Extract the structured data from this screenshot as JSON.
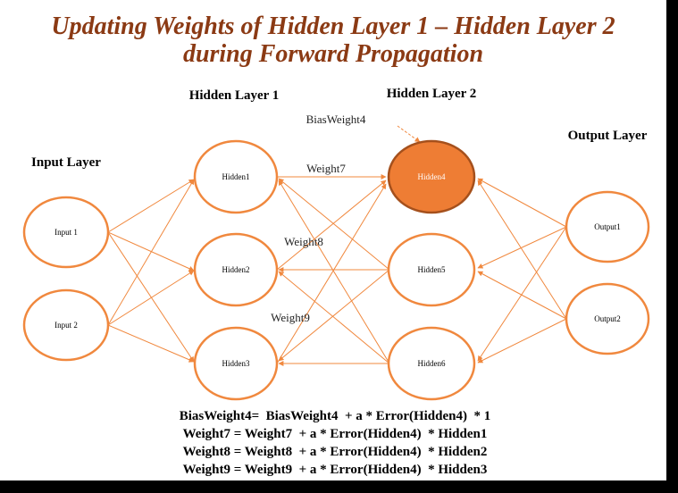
{
  "title": {
    "line1": "Updating Weights of Hidden Layer 1 – Hidden Layer 2",
    "line2": "during Forward Propagation"
  },
  "layers": {
    "input": "Input Layer",
    "hidden1": "Hidden Layer 1",
    "hidden2": "Hidden Layer 2",
    "output": "Output Layer"
  },
  "nodes": {
    "input1": "Input 1",
    "input2": "Input 2",
    "hidden1": "Hidden1",
    "hidden2": "Hidden2",
    "hidden3": "Hidden3",
    "hidden4": "Hidden4",
    "hidden5": "Hidden5",
    "hidden6": "Hidden6",
    "output1": "Output1",
    "output2": "Output2"
  },
  "labels": {
    "bias": "BiasWeight4",
    "weight7": "Weight7",
    "weight8": "Weight8",
    "weight9": "Weight9"
  },
  "equations": [
    "BiasWeight4=  BiasWeight4  + a * Error(Hidden4)  * 1",
    "Weight7 = Weight7  + a * Error(Hidden4)  * Hidden1",
    "Weight8 = Weight8  + a * Error(Hidden4)  * Hidden2",
    "Weight9 = Weight9  + a * Error(Hidden4)  * Hidden3"
  ],
  "colors": {
    "accent": "#f0883e",
    "highlight_fill": "#ee7d34",
    "highlight_stroke": "#a5501c",
    "title": "#8b3a14"
  }
}
